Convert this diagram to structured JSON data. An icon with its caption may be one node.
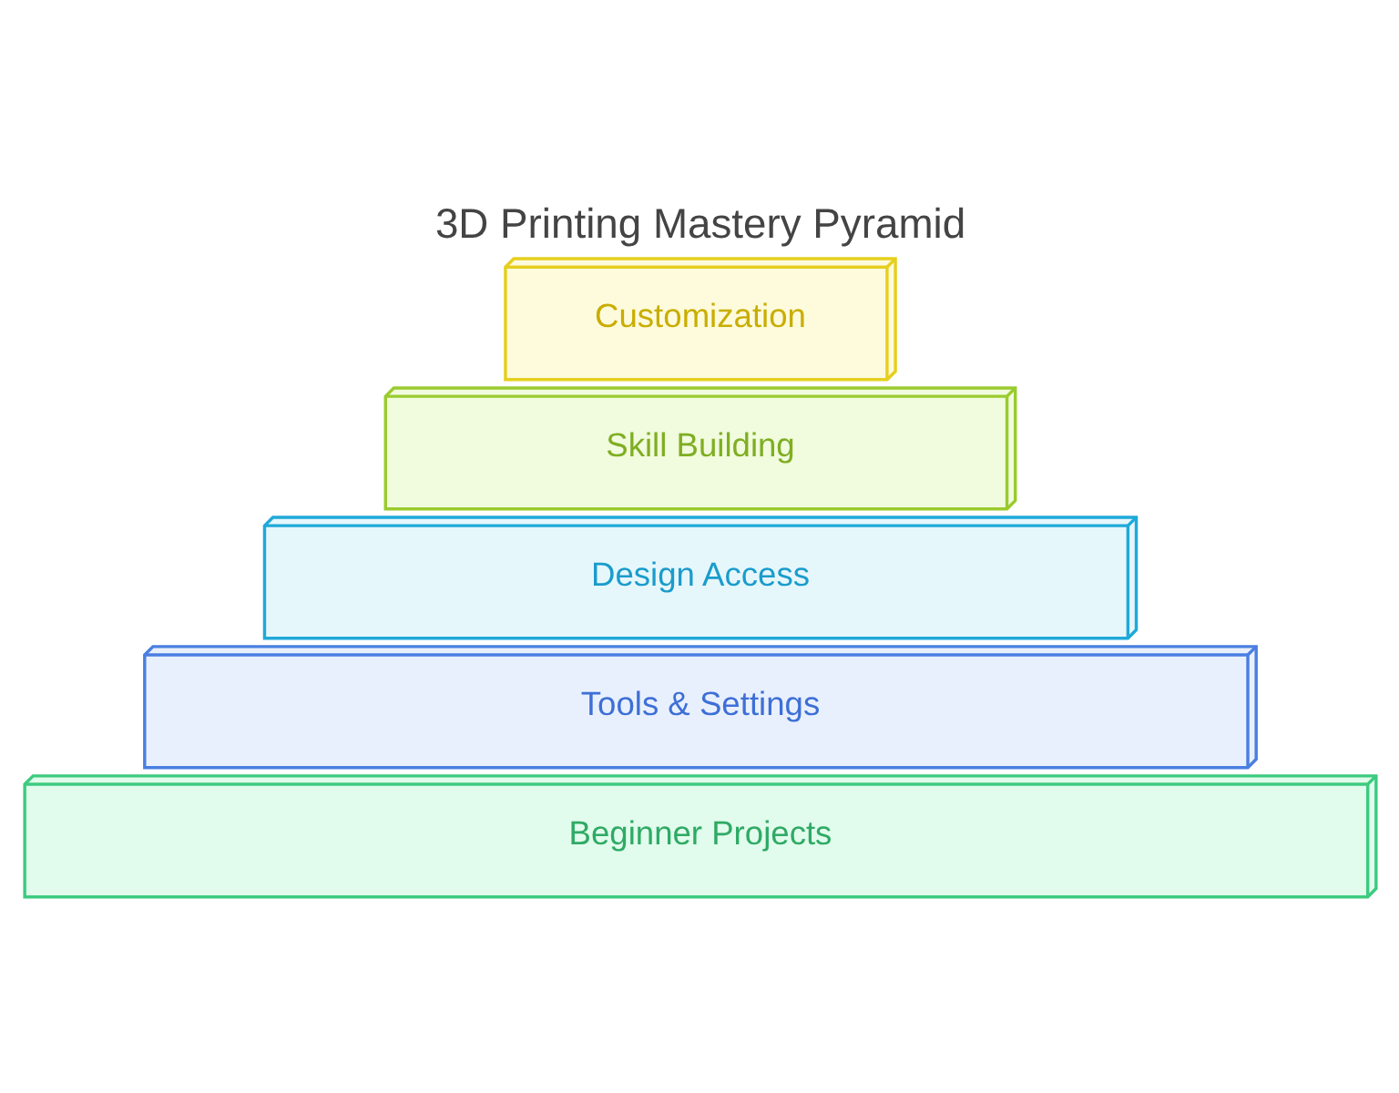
{
  "diagram": {
    "title": "3D Printing Mastery Pyramid",
    "nodes": [
      {
        "text": [
          "Customization"
        ]
      },
      {
        "text": [
          "Skill Building"
        ]
      },
      {
        "text": [
          "Design Access"
        ]
      },
      {
        "text": [
          "Tools & Settings"
        ]
      },
      {
        "text": [
          "Beginner Projects"
        ]
      }
    ],
    "edges": []
  }
}
